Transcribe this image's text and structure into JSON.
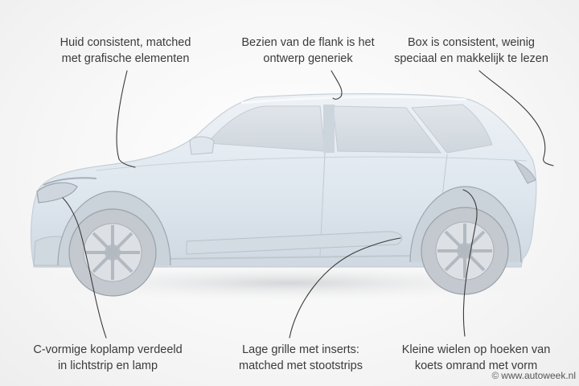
{
  "annotations": {
    "skin": [
      "Huid consistent, matched",
      "met grafische elementen"
    ],
    "flank": [
      "Bezien van de flank is het",
      "ontwerp generiek"
    ],
    "box": [
      "Box is consistent, weinig",
      "speciaal en makkelijk te lezen"
    ],
    "lamp": [
      "C-vormige koplamp verdeeld",
      "in lichtstrip en lamp"
    ],
    "grille": [
      "Lage grille met inserts:",
      "matched met stootstrips"
    ],
    "wheels": [
      "Kleine wielen op hoeken van",
      "koets omrand met vorm"
    ]
  },
  "watermark": {
    "text": "www.autoweek.nl",
    "icon": "copyright-icon"
  },
  "colors": {
    "body": "#dfe7ef",
    "glass": "#d4dbe2",
    "tire": "#c9cdd2",
    "line": "#3a3a3a"
  }
}
